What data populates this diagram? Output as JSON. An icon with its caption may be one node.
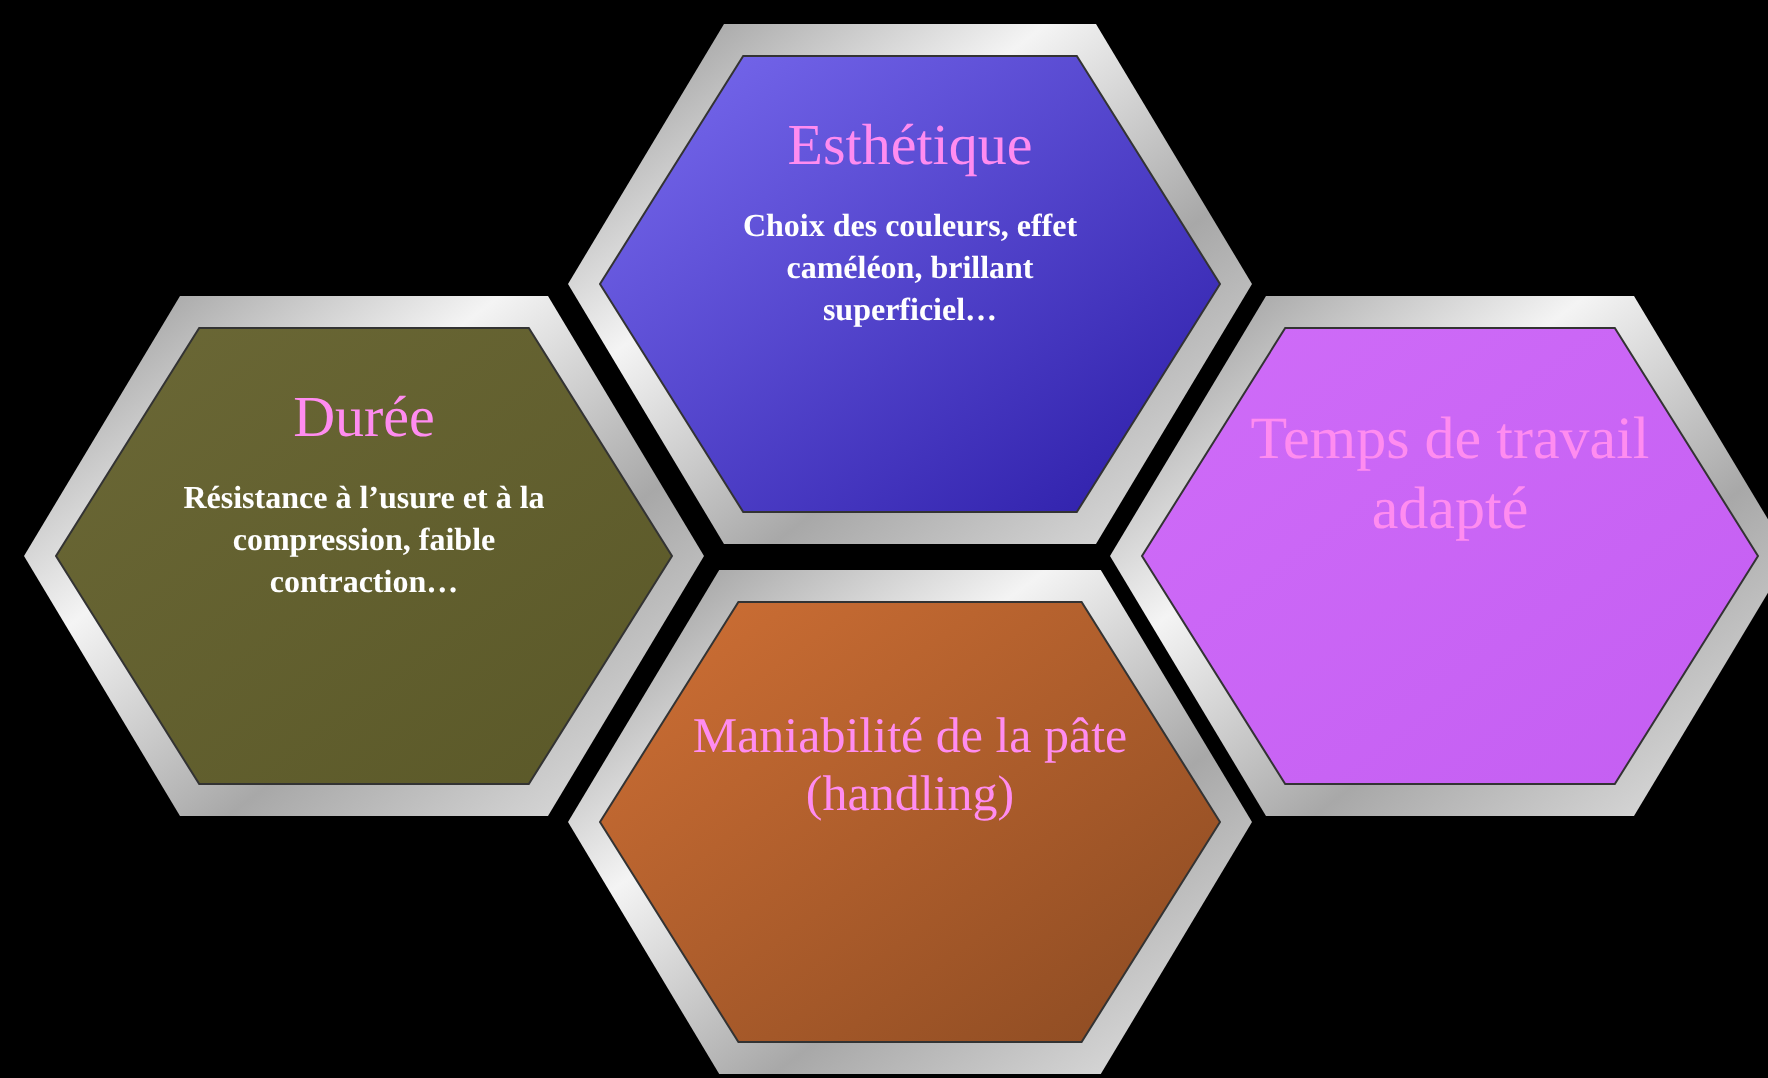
{
  "diagram": {
    "nodes": [
      {
        "text": [
          "Esthétique",
          "Choix des couleurs, effet caméléon,  brillant superficiel…"
        ]
      },
      {
        "text": [
          "Durée",
          "Résistance à l’usure et à la compression, faible contraction…"
        ]
      },
      {
        "text": [
          "Temps de travail adapté"
        ]
      },
      {
        "text": [
          "Maniabilité de la pâte (handling)"
        ]
      }
    ]
  }
}
